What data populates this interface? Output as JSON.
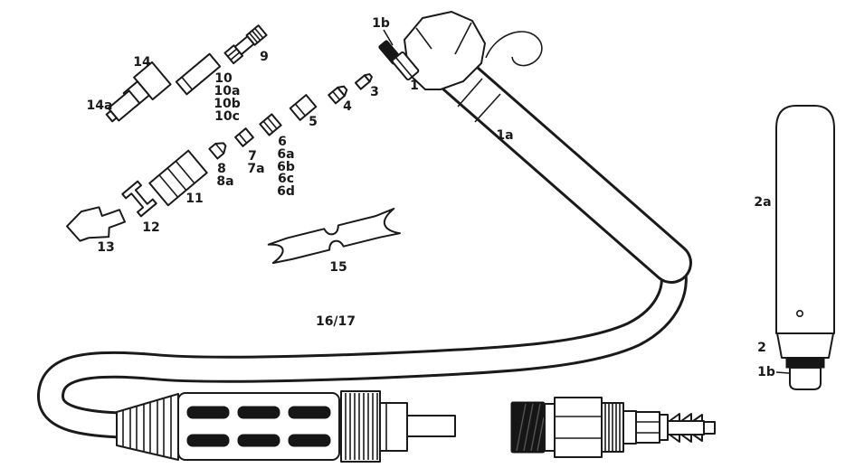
{
  "palette": {
    "background": "#ffffff",
    "ink": "#1a1a1a",
    "dark_fill": "#161616"
  },
  "labels": {
    "top_1b": "1b",
    "p9": "9",
    "p14": "14",
    "p10": "10",
    "p10a": "10a",
    "p10b": "10b",
    "p10c": "10c",
    "p14a": "14a",
    "p1": "1",
    "p3": "3",
    "p4": "4",
    "p5": "5",
    "p6": "6",
    "p6a": "6a",
    "p6b": "6b",
    "p6c": "6c",
    "p6d": "6d",
    "p7": "7",
    "p7a": "7a",
    "p8": "8",
    "p8a": "8a",
    "p1a": "1a",
    "p2a": "2a",
    "p11": "11",
    "p12": "12",
    "p13": "13",
    "p15": "15",
    "p16_17": "16/17",
    "p2": "2",
    "right_1b": "1b"
  }
}
